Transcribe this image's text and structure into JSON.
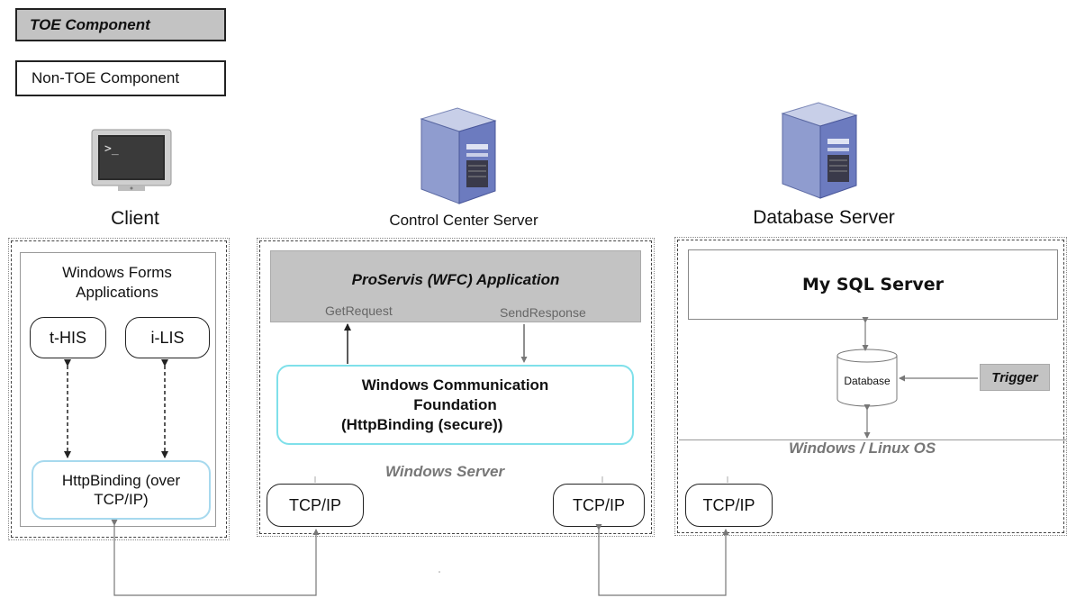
{
  "legend": {
    "toe": "TOE Component",
    "non_toe": "Non-TOE Component"
  },
  "client": {
    "title": "Client",
    "app_title": "Windows Forms Applications",
    "modules": [
      "t-HIS",
      "i-LIS"
    ],
    "binding": "HttpBinding (over TCP/IP)",
    "icon": "terminal-icon"
  },
  "control_center": {
    "title": "Control Center Server",
    "app": "ProServis (WFC) Application",
    "get_request": "GetRequest",
    "send_response": "SendResponse",
    "wcf_line1": "Windows Communication Foundation",
    "wcf_line2": "(HttpBinding (secure))",
    "os": "Windows Server",
    "tcp_left": "TCP/IP",
    "tcp_right": "TCP/IP",
    "icon": "server-tower-icon"
  },
  "database_server": {
    "title": "Database Server",
    "sql": "My SQL Server",
    "database": "Database",
    "trigger": "Trigger",
    "os": "Windows / Linux OS",
    "tcp": "TCP/IP",
    "icon": "server-tower-icon"
  },
  "colors": {
    "toe_fill": "#c3c3c3",
    "binding_border": "#a7d9ee",
    "wcf_border": "#7fe0ea"
  }
}
